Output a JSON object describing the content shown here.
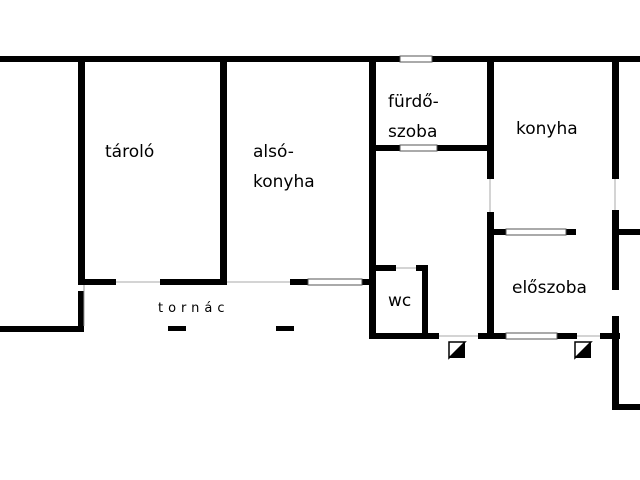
{
  "rooms": {
    "storage": {
      "label": "tároló"
    },
    "lower_kitchen": {
      "line1": "alsó-",
      "line2": "konyha"
    },
    "bathroom": {
      "line1": "fürdő-",
      "line2": "szoba"
    },
    "kitchen": {
      "label": "konyha"
    },
    "wc": {
      "label": "wc"
    },
    "hall": {
      "label": "előszoba"
    },
    "porch": {
      "label": "tornác"
    }
  },
  "colors": {
    "wall": "#000000",
    "window": "#ffffff",
    "window_frame": "#555555",
    "background": "#ffffff"
  }
}
